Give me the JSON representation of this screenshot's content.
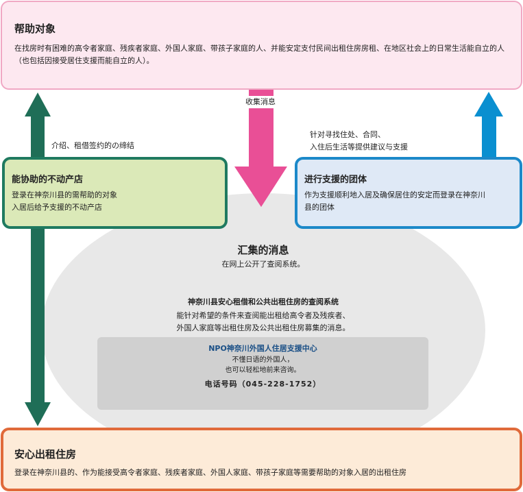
{
  "target": {
    "title": "帮助对象",
    "desc": "在找房时有困难的高令者家庭、残疾者家庭、外国人家庭、带孩子家庭的人、并能安定支付民间出租住房房租、在地区社会上的日常生活能自立的人（也包括因接受居住支援而能自立的人）。"
  },
  "labels": {
    "collect": "收集消息",
    "intro": "介绍、租借签约的の缔结",
    "advice_line1": "针对寻找住处、合同、",
    "advice_line2": "入住后生活等提供建议与支援"
  },
  "realtor": {
    "title": "能协助的不动产店",
    "line1": "登录在神奈川县的需帮助的对象",
    "line2": "入居后给予支援的不动产店"
  },
  "support": {
    "title": "进行支援的团体",
    "line1": "作为支援顺利地入居及确保居住的安定而登录在神奈川",
    "line2": "县的团体"
  },
  "info": {
    "heading": "汇集的消息",
    "sub": "在网上公开了查阅系统。"
  },
  "system": {
    "title": "神奈川县安心租借和公共出租住房的查阅系统",
    "line1": "能针对希望的条件来查阅能出租给高令者及残疾者、",
    "line2": "外国人家庭等出租住房及公共出租住房募集的消息。"
  },
  "npo": {
    "title": "NPO神奈川外国人住居支援中心",
    "line1": "不懂日语的外国人，",
    "line2": "也可以轻松地前来咨询。",
    "phone": "电话号码（045-228-1752）"
  },
  "safe": {
    "title": "安心出租住房",
    "desc": "登录在神奈川县的、作为能接受高令者家庭、残疾者家庭、外国人家庭、带孩子家庭等需要帮助的对象入居的出租住房"
  },
  "colors": {
    "green_arrow": "#1f6e57",
    "pink_arrow": "#e94f96",
    "blue_arrow": "#0a8fd0"
  }
}
